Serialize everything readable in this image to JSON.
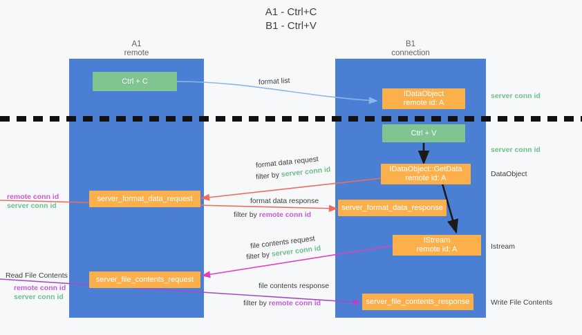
{
  "diagram": {
    "title_line1": "A1 - Ctrl+C",
    "title_line2": "B1 - Ctrl+V",
    "columns": [
      {
        "name": "A1",
        "sub": "remote"
      },
      {
        "name": "B1",
        "sub": "connection"
      }
    ],
    "colors": {
      "lane": "#4a7fd4",
      "green_node": "#80c492",
      "orange_node": "#fbb04c",
      "server_conn": "#6cc08b",
      "remote_conn": "#c75cd6",
      "arrow_blue": "#8ab6e8",
      "arrow_red": "#ef6b5e",
      "arrow_magenta": "#e040c0",
      "arrow_purple": "#a64ac9",
      "arrow_black": "#1a1a1a",
      "background": "#f7f8f9"
    },
    "nodes": {
      "ctrl_c": "Ctrl + C",
      "ctrl_v": "Ctrl + V",
      "idataobject_l1": "IDataObject",
      "idataobject_l2": "remote id: A",
      "getdata_l1": "IDataObject::GetData",
      "getdata_l2": "remote id: A",
      "istream_l1": "IStream",
      "istream_l2": "remote id: A",
      "server_format_data_request": "server_format_data_request",
      "server_format_data_response": "server_format_data_response",
      "server_file_contents_request": "server_file_contents_request",
      "server_file_contents_response": "server_file_contents_response"
    },
    "edges": {
      "format_list": "format list",
      "format_data_request": "format data request",
      "format_data_response": "format data response",
      "file_contents_request": "file contents request",
      "file_contents_response": "file contents response",
      "filter_by": "filter by",
      "server_conn_id": "server conn id",
      "remote_conn_id": "remote conn id"
    },
    "side_labels": {
      "server_conn_id_top": "server conn id",
      "server_conn_id_mid": "server conn id",
      "dataobject": "DataObject",
      "istream": "Istream",
      "write_file_contents": "Write File Contents",
      "read_file_contents": "Read File Contents",
      "left_remote_conn_id_1": "remote conn id",
      "left_server_conn_id_1": "server conn id",
      "left_remote_conn_id_2": "remote conn id",
      "left_server_conn_id_2": "server conn id"
    }
  }
}
